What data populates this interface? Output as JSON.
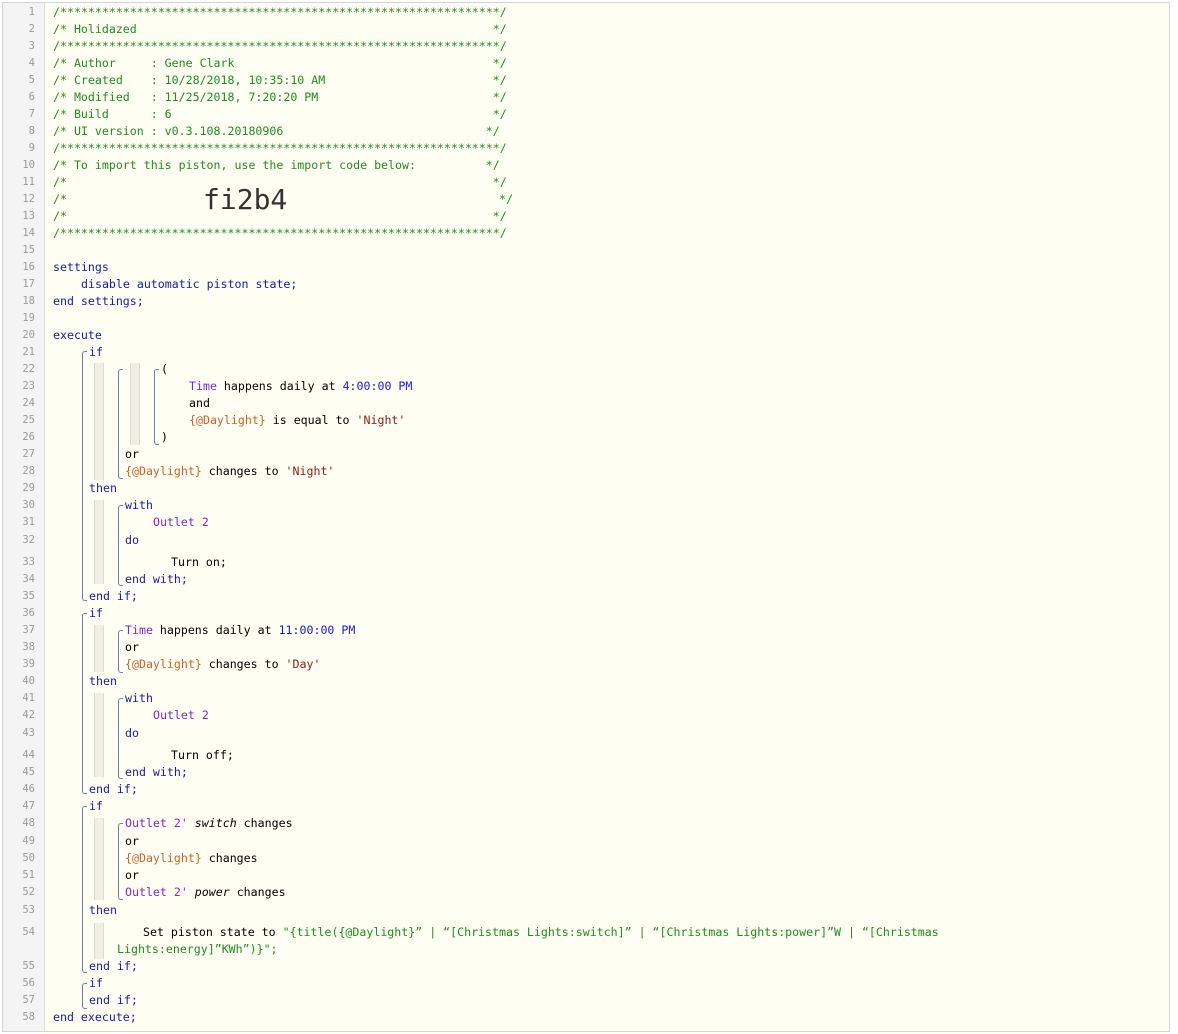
{
  "header": {
    "line1": "/***************************************************************/",
    "title": "/* Holidazed                                                   */",
    "line3": "/***************************************************************/",
    "author": "/* Author     : Gene Clark                                     */",
    "created": "/* Created    : 10/28/2018, 10:35:10 AM                        */",
    "modified": "/* Modified   : 11/25/2018, 7:20:20 PM                         */",
    "build": "/* Build      : 6                                              */",
    "ui_version": "/* UI version : v0.3.108.20180906                             */",
    "line9": "/***************************************************************/",
    "import_text": "/* To import this piston, use the import code below:          */",
    "blank_a": "/*                                                             */",
    "blank_b_left": "/*",
    "blank_b_right": "*/",
    "blank_c": "/*                                                             */",
    "line14": "/***************************************************************/",
    "import_code": "fi2b4"
  },
  "kw": {
    "settings": "settings",
    "disable": "disable automatic piston state;",
    "end_settings": "end settings;",
    "execute": "execute",
    "if": "if",
    "then": "then",
    "and": "and",
    "or": "or",
    "with": "with",
    "do": "do",
    "end_with": "end with;",
    "end_if": "end if;",
    "end_execute": "end execute;",
    "open_paren": "(",
    "close_paren": ")"
  },
  "block1": {
    "time_word": "Time",
    "happens": " happens daily at ",
    "time_val": "4:00:00 PM",
    "daylight": "{@Daylight}",
    "equal": " is equal to ",
    "night": "'Night'",
    "changes_to": " changes to ",
    "device": "Outlet 2",
    "action": "Turn on;"
  },
  "block2": {
    "time_word": "Time",
    "happens": " happens daily at ",
    "time_val": "11:00:00 PM",
    "daylight": "{@Daylight}",
    "changes_to": " changes to ",
    "day": "'Day'",
    "device": "Outlet 2",
    "action": "Turn off;"
  },
  "block3": {
    "device1": "Outlet 2'",
    "attr1": " switch",
    "changes1": " changes",
    "daylight": "{@Daylight}",
    "changes2": " changes",
    "device2": "Outlet 2'",
    "attr2": " power",
    "changes3": " changes",
    "set_state": "Set piston state to ",
    "expr_line1": "\"{title({@Daylight}” | “[Christmas Lights:switch]” | “[Christmas Lights:power]”W | “[Christmas",
    "expr_line2": "Lights:energy]”KWh”)}\";"
  },
  "line_numbers": [
    "1",
    "2",
    "3",
    "4",
    "5",
    "6",
    "7",
    "8",
    "9",
    "10",
    "11",
    "12",
    "13",
    "14",
    "15",
    "16",
    "17",
    "18",
    "19",
    "20",
    "21",
    "22",
    "23",
    "24",
    "25",
    "26",
    "27",
    "28",
    "29",
    "30",
    "31",
    "32",
    "33",
    "34",
    "35",
    "36",
    "37",
    "38",
    "39",
    "40",
    "41",
    "42",
    "43",
    "44",
    "45",
    "46",
    "47",
    "48",
    "49",
    "50",
    "51",
    "52",
    "53",
    "54",
    "55",
    "56",
    "57",
    "58"
  ]
}
